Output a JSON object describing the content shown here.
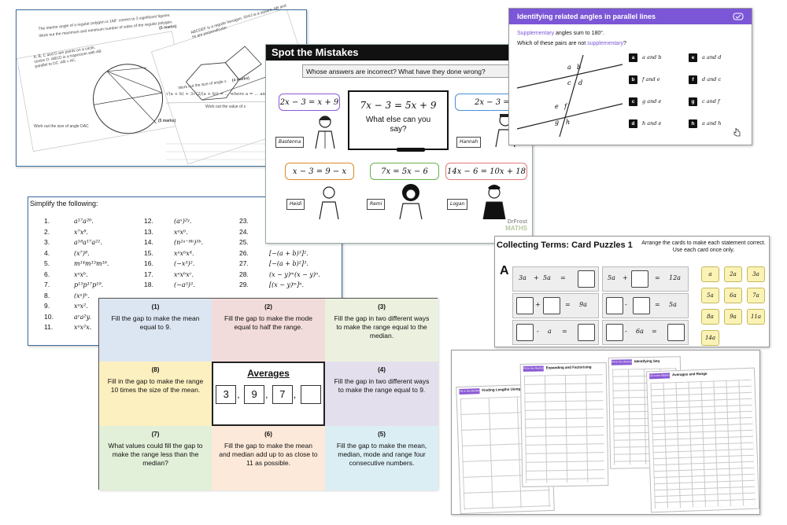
{
  "geometry": {
    "q1": "The interior angle of a regular polygon is 168° correct to 3 significant figures.",
    "q1b": "Work out the maximum and minimum number of sides of the regular polygon.",
    "q1c": "(5 marks)",
    "q2": "ABCDEF is a regular hexagon. GHIJ is a square. AB and HI are perpendicular.",
    "q3": "A, B, C and D are points on a circle, centre O. ABCD is a trapezium with AB parallel to DC. AB = AC.",
    "q3b": "Work out the size of angle DAC",
    "q4": "Work out the size of angle x",
    "q4b": "(4 marks)",
    "frac": "√(a + b) + 3√(2/(a + b)) = ... where a = ... and b = ...",
    "frac2": "Work out the value of x",
    "marks3": "(5 marks)"
  },
  "spot": {
    "title": "Spot the Mistakes",
    "question": "Whose answers are incorrect? What have they done wrong?",
    "board_eq": "7x − 3 = 5x + 9",
    "board_q": "What else can you say?",
    "b1": "2x − 3 = x + 9",
    "b2": "2x − 3 =",
    "b3": "x − 3 = 9 − x",
    "b4": "7x = 5x − 6",
    "b5": "14x − 6 = 10x + 18",
    "n1": "Bastenna",
    "n2": "Hannah",
    "n3": "Heidi",
    "n4": "Remi",
    "n5": "Logan",
    "logo1": "DrFrost",
    "logo2": "MATHS"
  },
  "angles": {
    "title": "Identifying related angles in parallel lines",
    "check": "Check",
    "line1_word": "Supplementary",
    "line1_rest": " angles sum to 180°.",
    "line2_pre": "Which of these pairs are not ",
    "line2_word": "supplementary",
    "line2_post": "?",
    "pts": [
      "a",
      "b",
      "c",
      "d",
      "e",
      "f",
      "g",
      "h"
    ],
    "options": [
      {
        "k": "a",
        "t": "a and b"
      },
      {
        "k": "b",
        "t": "f and e"
      },
      {
        "k": "c",
        "t": "g and e"
      },
      {
        "k": "d",
        "t": "h and e"
      },
      {
        "k": "e",
        "t": "a and d"
      },
      {
        "k": "f",
        "t": "d and c"
      },
      {
        "k": "g",
        "t": "c and f"
      },
      {
        "k": "h",
        "t": "a and h"
      }
    ],
    "accent": "#7b56d6"
  },
  "simplify": {
    "title": "Simplify the following:",
    "col1": [
      {
        "n": "1.",
        "e": "a¹⁷a²⁰."
      },
      {
        "n": "2.",
        "e": "x⁷x⁸."
      },
      {
        "n": "3.",
        "e": "a¹⁸a¹⁷a²¹."
      },
      {
        "n": "4.",
        "e": "(x⁷)⁸."
      },
      {
        "n": "5.",
        "e": "m¹⁴m¹⁵m¹⁶."
      },
      {
        "n": "6.",
        "e": "xᵃxᵇ."
      },
      {
        "n": "7.",
        "e": "p¹⁵p¹⁷p¹⁹."
      },
      {
        "n": "8.",
        "e": "(xᵃ)ᵇ."
      },
      {
        "n": "9.",
        "e": "xᵃx²."
      },
      {
        "n": "10.",
        "e": "aᶜa²y."
      },
      {
        "n": "11.",
        "e": "xᵃx²x."
      }
    ],
    "col2": [
      {
        "n": "12.",
        "e": "(aˣ)²ʸ."
      },
      {
        "n": "13.",
        "e": "xᵃxᵇ."
      },
      {
        "n": "14.",
        "e": "(n²ᵃ⁻⁸ᵇ)³ᵇ."
      },
      {
        "n": "15.",
        "e": "xᵃxᵇx⁴."
      },
      {
        "n": "16.",
        "e": "(−x³)²."
      },
      {
        "n": "17.",
        "e": "xᵃxᵇxᶜ."
      },
      {
        "n": "18.",
        "e": "(−a⁵)³."
      }
    ],
    "col3": [
      {
        "n": "23.",
        "e": ""
      },
      {
        "n": "24.",
        "e": ""
      },
      {
        "n": "25.",
        "e": ""
      },
      {
        "n": "26.",
        "e": "[−(a + b)³]²."
      },
      {
        "n": "27.",
        "e": "[−(a + b)²]³."
      },
      {
        "n": "28.",
        "e": "(x − y)ᵐ(x − y)ⁿ."
      },
      {
        "n": "29.",
        "e": "[(x − y)ᵐ]ⁿ."
      }
    ]
  },
  "puzzles": {
    "title": "Collecting Terms: Card Puzzles 1",
    "instruction": "Arrange the cards to make each statement correct. Use each card once only.",
    "letter": "A",
    "cards": [
      "a",
      "2a",
      "3a",
      "5a",
      "6a",
      "7a",
      "8a",
      "9a",
      "11a",
      "14a"
    ],
    "eq": {
      "r1a": "3a",
      "r1b": "+",
      "r1c": "5a",
      "r1d": "=",
      "r1e": "5a",
      "r1f": "+",
      "r1g": "=",
      "r1h": "12a",
      "r2a": "+",
      "r2b": "=",
      "r2c": "9a",
      "r2d": "-",
      "r2e": "=",
      "r2f": "5a",
      "r3a": "-",
      "r3b": "a",
      "r3c": "=",
      "r3d": "-",
      "r3e": "6a",
      "r3f": "="
    }
  },
  "worksheets": {
    "tag": "Fill in the Blanks",
    "s1": "Finding Lengths Using Similar Rects",
    "s2": "Expanding and Factorising",
    "s3": "Identifying Seq",
    "s4": "Averages and Range"
  },
  "averages": {
    "title": "Averages",
    "values": [
      "3",
      "9",
      "7",
      ""
    ],
    "cells": [
      {
        "n": "(1)",
        "t": "Fill the gap to make the mean equal to 9.",
        "bg": "#dce6f2"
      },
      {
        "n": "(2)",
        "t": "Fill the gap to make the mode equal to half the range.",
        "bg": "#f2dcdb"
      },
      {
        "n": "(3)",
        "t": "Fill the gap in two different ways to make the range equal to the median.",
        "bg": "#ebf1de"
      },
      {
        "n": "(8)",
        "t": "Fill in the gap to make the range 10 times the size of the mean.",
        "bg": "#fdf0c0"
      },
      {
        "n": "(4)",
        "t": "Fill the gap in two different ways to make the range equal to 9.",
        "bg": "#e4dfec"
      },
      {
        "n": "(7)",
        "t": "What values could fill the gap to make the range less than the median?",
        "bg": "#e2efd9"
      },
      {
        "n": "(6)",
        "t": "Fill the gap to make the mean and median add up to as close to 11 as possible.",
        "bg": "#fde9d9"
      },
      {
        "n": "(5)",
        "t": "Fill the gap to make the mean, median, mode and range four consecutive numbers.",
        "bg": "#dbeef4"
      }
    ]
  }
}
